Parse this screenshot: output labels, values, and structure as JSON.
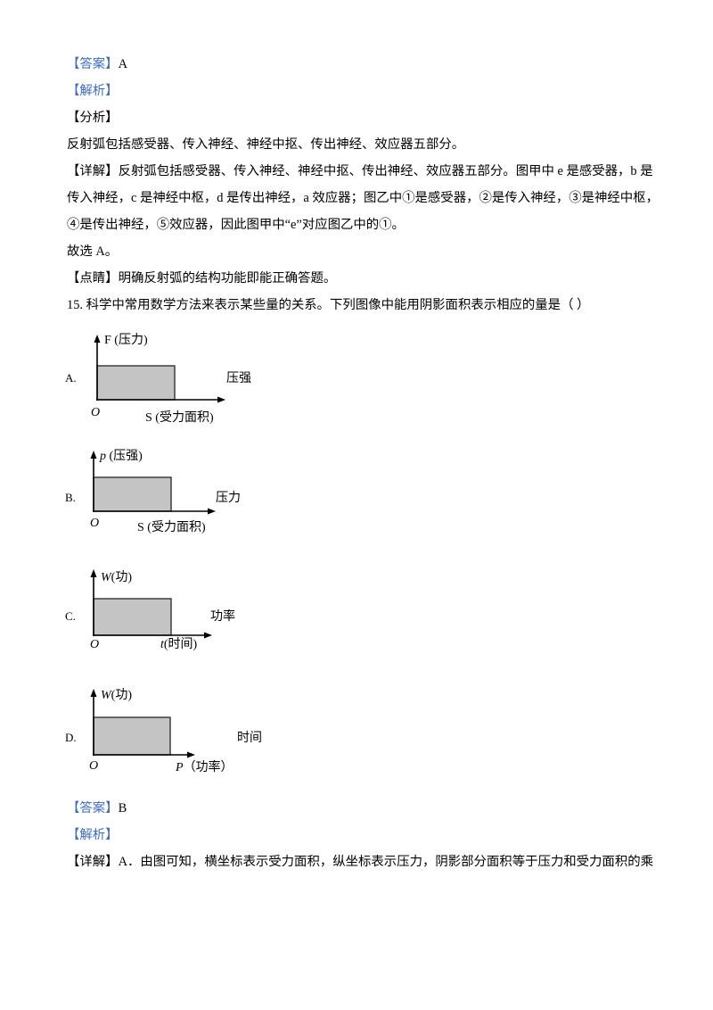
{
  "colors": {
    "tag_blue": "#3a6cc6",
    "shade_fill": "#c4c4c4",
    "shade_stroke": "#333333"
  },
  "q14": {
    "answer_tag": "【答案】",
    "answer": "A",
    "analysis_tag": "【解析】",
    "summary_tag": "【分析】",
    "summary_text": "反射弧包括感受器、传入神经、神经中抠、传出神经、效应器五部分。",
    "detail_tag": "【详解】",
    "detail_lines": [
      "反射弧包括感受器、传入神经、神经中抠、传出神经、效应器五部分。图甲中 e 是感受器，b 是",
      "传入神经，c 是神经中枢，d 是传出神经，a 效应器；图乙中①是感受器，②是传入神经，③是神经中枢，",
      "④是传出神经，⑤效应器，因此图甲中“e”对应图乙中的①。"
    ],
    "conclusion": "故选 A。",
    "tip_tag": "【点睛】",
    "tip_text": "明确反射弧的结构功能即能正确答题。"
  },
  "q15": {
    "number": "15.",
    "stem": "科学中常用数学方法来表示某些量的关系。下列图像中能用阴影面积表示相应的量是（   ）",
    "options": [
      {
        "label": "A.",
        "y_axis": {
          "symbol": "F",
          "unit": " (压力)"
        },
        "origin": "O",
        "x_axis": {
          "symbol": "S",
          "unit": " (受力面积)"
        },
        "quantity": "压强"
      },
      {
        "label": "B.",
        "y_axis": {
          "symbol": "p",
          "unit": " (压强)"
        },
        "origin": "O",
        "x_axis": {
          "symbol": "S",
          "unit": " (受力面积)"
        },
        "quantity": "压力"
      },
      {
        "label": "C.",
        "y_axis": {
          "symbol": "W",
          "unit": "(功)"
        },
        "origin": "O",
        "x_axis": {
          "symbol": "t",
          "unit": "(时间)"
        },
        "quantity": "功率"
      },
      {
        "label": "D.",
        "y_axis": {
          "symbol": "W",
          "unit": "(功)"
        },
        "origin": "O",
        "x_axis": {
          "symbol": "P",
          "unit": "（功率）"
        },
        "quantity": "时间"
      }
    ],
    "answer_tag": "【答案】",
    "answer": "B",
    "analysis_tag": "【解析】",
    "detail_tag": "【详解】",
    "detail_text": "A．由图可知，横坐标表示受力面积，纵坐标表示压力，阴影部分面积等于压力和受力面积的乘"
  }
}
